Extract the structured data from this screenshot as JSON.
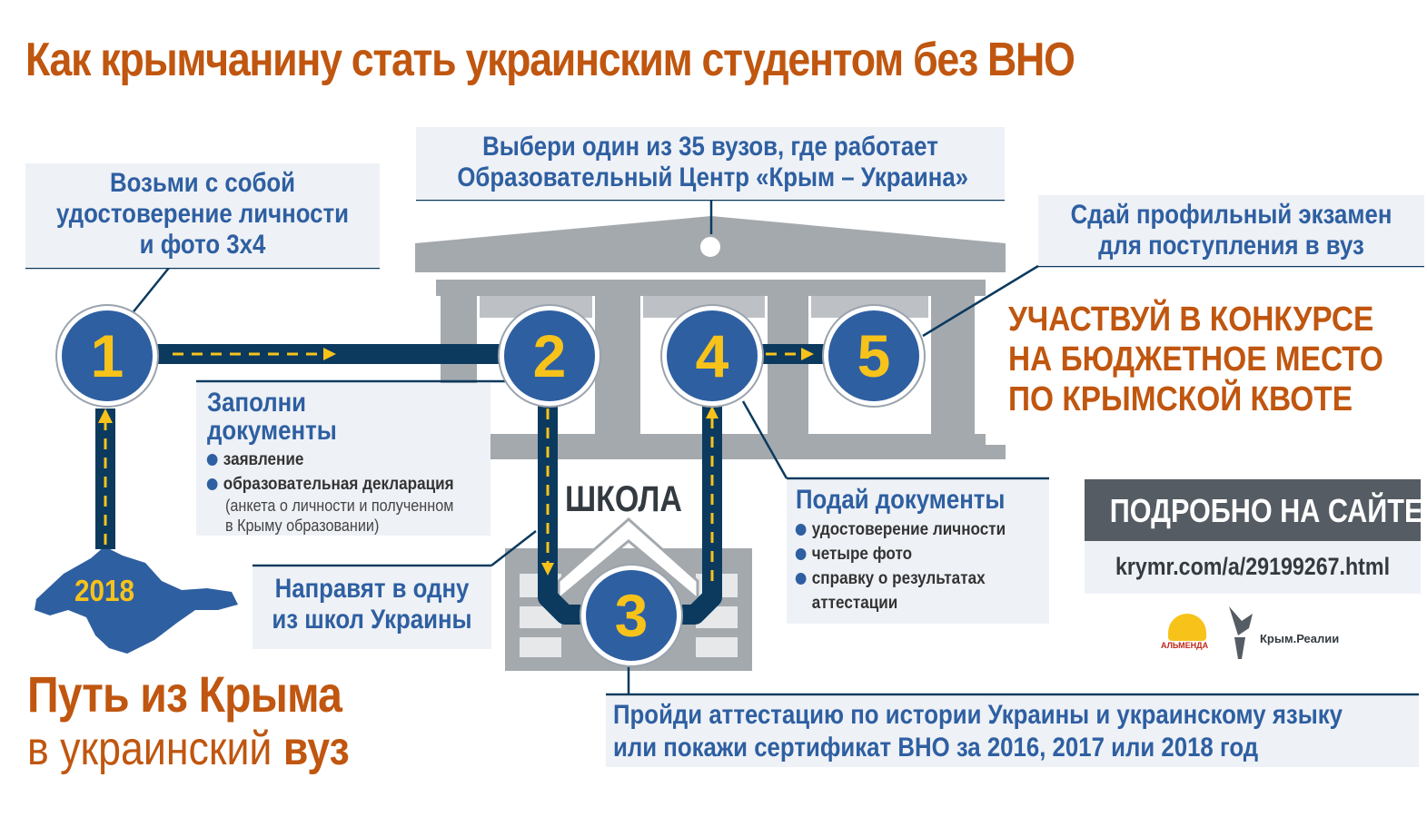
{
  "title": "Как крымчанину стать украинским студентом без ВНО",
  "steps": {
    "step1": {
      "number": "1",
      "label_lines": [
        "Возьми с собой",
        "удостоверение личности",
        "и фото 3х4"
      ]
    },
    "step2": {
      "number": "2",
      "top_label_lines": [
        "Выбери один из 35 вузов, где работает",
        "Образовательный Центр «Крым – Украина»"
      ],
      "fill_title_lines": [
        "Заполни",
        "документы"
      ],
      "fill_items": [
        "заявление",
        "образовательная декларация"
      ],
      "fill_note_lines": [
        "(анкета о личности и полученном",
        "в Крыму образовании)"
      ]
    },
    "step3": {
      "number": "3",
      "school_label": "ШКОЛА",
      "direct_lines": [
        "Направят в одну",
        "из школ Украины"
      ],
      "attest_lines": [
        "Пройди аттестацию по истории Украины и украинскому языку",
        "или покажи сертификат ВНО за 2016, 2017 или 2018 год"
      ]
    },
    "step4": {
      "number": "4",
      "submit_title": "Подай документы",
      "submit_items": [
        "удостоверение личности",
        "четыре фото",
        "справку о результатах"
      ],
      "submit_item_continuation": "аттестации"
    },
    "step5": {
      "number": "5",
      "exam_lines": [
        "Сдай профильный экзамен",
        "для поступления в вуз"
      ],
      "compete_lines": [
        "УЧАСТВУЙ В КОНКУРСЕ",
        "НА БЮДЖЕТНОЕ МЕСТО",
        "ПО КРЫМСКОЙ КВОТЕ"
      ]
    }
  },
  "crimea_year": "2018",
  "subtitle": {
    "line1": "Путь из Крыма",
    "line2_plain": "в украинский",
    "line2_bold": "вуз"
  },
  "more_info": {
    "header": "ПОДРОБНО НА САЙТЕ",
    "url": "krymr.com/a/29199267.html"
  },
  "logos": {
    "left_logo": "АЛЬМЕНДА",
    "right_logo": "Крым.Реалии"
  },
  "colors": {
    "orange": "#c0560f",
    "blue": "#2e5fa1",
    "navy": "#0b3a5e",
    "yellow": "#f7c31b",
    "gray": "#a4a9ae",
    "dark_gray": "#555c63"
  }
}
